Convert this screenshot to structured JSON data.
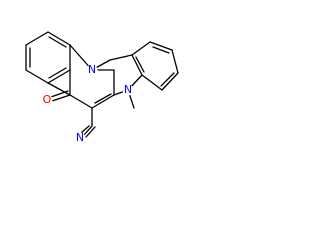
{
  "molecule": {
    "atoms": {
      "ring_n": {
        "text": "N",
        "color": "#0000ff"
      },
      "imidazole_n": {
        "text": "N",
        "color": "#0000ff"
      },
      "carbonyl_o": {
        "text": "O",
        "color": "#ff0000"
      },
      "nitrile_n": {
        "text": "N",
        "color": "#0000ff"
      }
    },
    "bond_color": "#000000"
  }
}
